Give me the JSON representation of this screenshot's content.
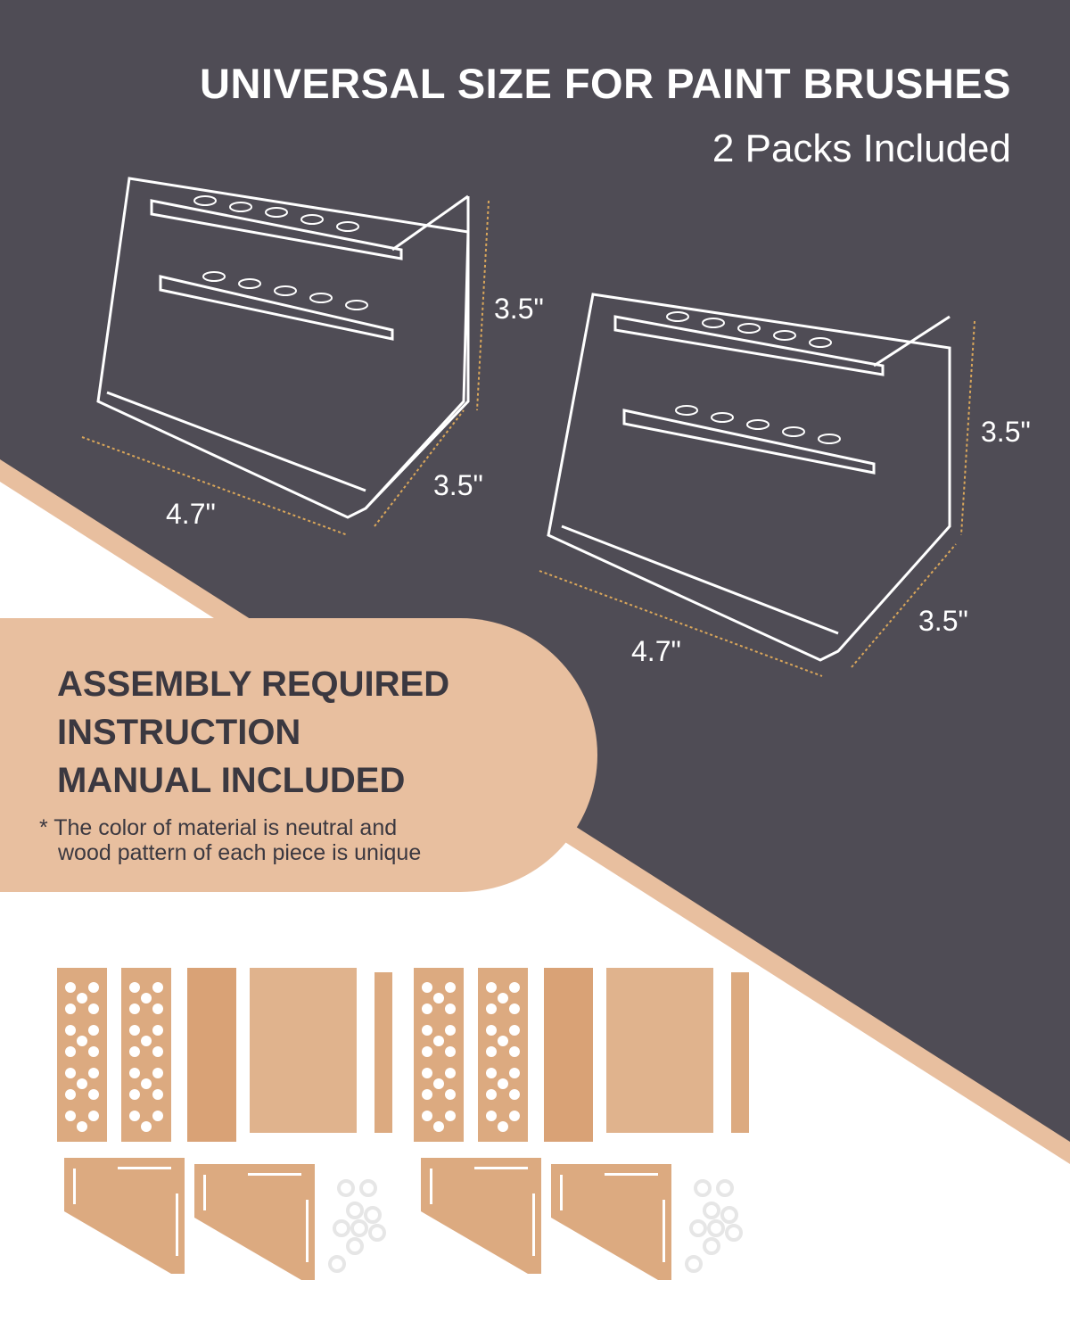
{
  "header": {
    "title": "UNIVERSAL SIZE FOR PAINT BRUSHES",
    "subtitle": "2 Packs Included"
  },
  "rack_left": {
    "width": "4.7\"",
    "depth": "3.5\"",
    "height": "3.5\""
  },
  "rack_right": {
    "width": "4.7\"",
    "depth": "3.5\"",
    "height": "3.5\""
  },
  "assembly": {
    "line1": "ASSEMBLY REQUIRED",
    "line2": "INSTRUCTION",
    "line3": "MANUAL INCLUDED"
  },
  "note": {
    "line1": "* The color of material is neutral and",
    "line2": "wood pattern of each piece is unique"
  },
  "colors": {
    "dark": "#4f4c55",
    "peach": "#e8bf9f",
    "wood": "#d9a77c",
    "dim_line": "#d9a65a"
  }
}
